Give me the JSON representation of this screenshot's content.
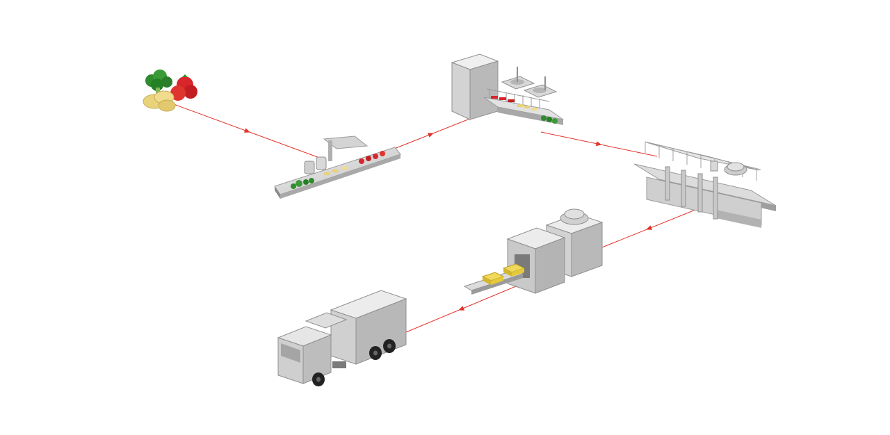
{
  "diagram": {
    "colors": {
      "background": "#ffffff",
      "flow_line": "#e2332b",
      "machine_light": "#e6e6e6",
      "machine_mid": "#c4c4c4",
      "machine_dark": "#8f8f8f",
      "produce_red": "#d8262b",
      "produce_green": "#2e8b2e",
      "produce_yellow": "#e8d27a",
      "package_yellow": "#e4c93a"
    },
    "stages": [
      {
        "id": "raw-vegetables",
        "icon": "vegetables-icon"
      },
      {
        "id": "washing-sorting-conveyor",
        "icon": "conveyor-icon"
      },
      {
        "id": "cutting-machine",
        "icon": "cutting-machine-icon"
      },
      {
        "id": "freezing-tunnel",
        "icon": "freezer-icon"
      },
      {
        "id": "packaging-machine",
        "icon": "packaging-machine-icon"
      },
      {
        "id": "delivery-truck",
        "icon": "truck-icon"
      }
    ],
    "flow": [
      {
        "from": "raw-vegetables",
        "to": "washing-sorting-conveyor"
      },
      {
        "from": "washing-sorting-conveyor",
        "to": "cutting-machine"
      },
      {
        "from": "cutting-machine",
        "to": "freezing-tunnel"
      },
      {
        "from": "freezing-tunnel",
        "to": "packaging-machine"
      },
      {
        "from": "packaging-machine",
        "to": "delivery-truck"
      }
    ]
  }
}
